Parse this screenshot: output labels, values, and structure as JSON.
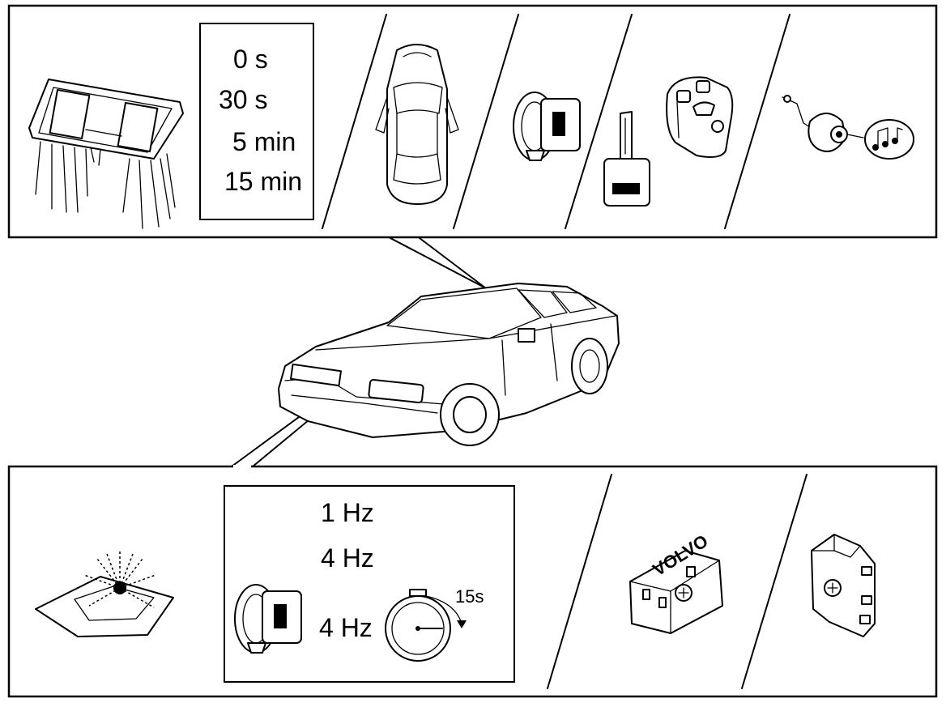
{
  "top_panel": {
    "timer_options": [
      "0 s",
      "30 s",
      "5 min",
      "15 min"
    ],
    "icons": [
      "interior-light-icon",
      "car-top-view-icon",
      "ignition-lock-icon",
      "key-icon",
      "remote-fob-icon",
      "siren-icon"
    ]
  },
  "bottom_panel": {
    "frequencies": [
      "1 Hz",
      "4 Hz",
      "4 Hz"
    ],
    "stopwatch_label": "15s",
    "fob_label": "VOLVO",
    "icons": [
      "flashing-indicator-icon",
      "ignition-lock-icon",
      "stopwatch-icon",
      "control-module-icon",
      "relay-icon"
    ]
  },
  "center": {
    "icons": [
      "sedan-car-icon"
    ]
  }
}
